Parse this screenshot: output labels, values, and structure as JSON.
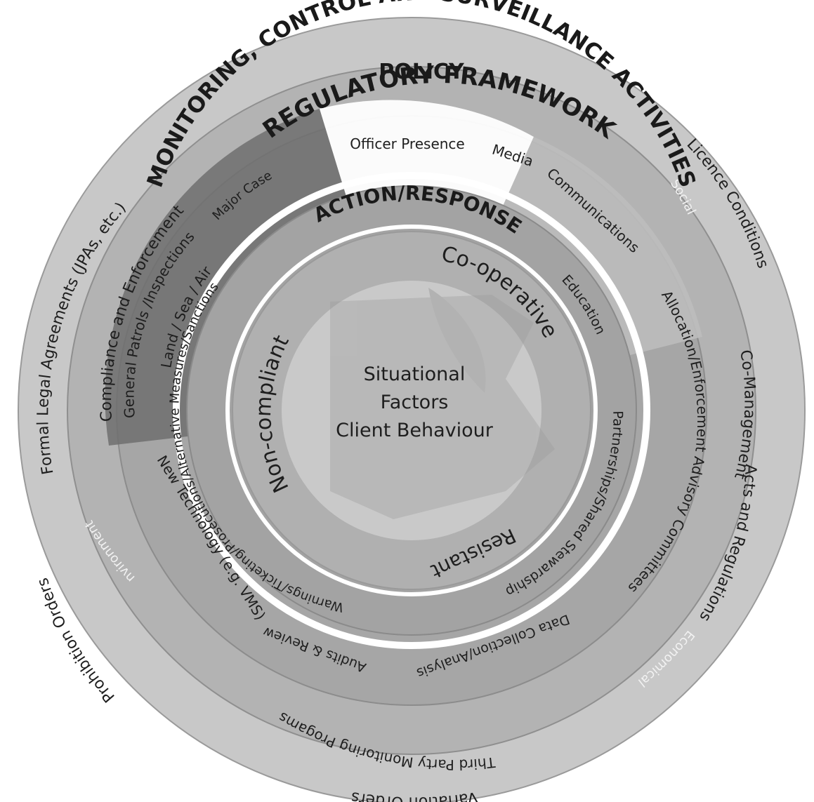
{
  "rings": {
    "regulatory_framework": "REGULATORY FRAMEWORK",
    "policy": "POLICY",
    "mcs_activities": "MONITORING, CONTROL AND SURVEILLANCE ACTIVITIES",
    "action_response": "ACTION/RESPONSE"
  },
  "outer_labels": {
    "formal_legal": "Formal Legal Agreements (JPAs, etc.)",
    "licence": "Licence Conditions",
    "acts": "Acts and Regulations",
    "prohibition": "Prohibition Orders",
    "variation": "Variation Orders"
  },
  "policy_labels": {
    "compliance": "Compliance and Enforcement",
    "social": "Social",
    "co_management": "Co-Management",
    "environmental": "Environmental",
    "economical": "Economical",
    "third_party": "Third Party Monitoring Progams"
  },
  "mcs_labels": {
    "officer_presence": "Officer Presence",
    "media": "Media",
    "communications": "Communications",
    "major_case": "Major Case",
    "general_patrols": "General Patrols /Inspections",
    "land_sea_air": "Land / Sea / Air",
    "new_technology": "New Technology (e.g. VMS)",
    "audits": "Audits & Review",
    "data_collection": "Data Collection/Analysis",
    "allocation": "Allocation/Enforcement Advisory Committees"
  },
  "action_labels": {
    "education": "Education",
    "partnerships": "Partnerships/Shared Stewardship",
    "warnings": "Warnings/Ticketing/Prosecutions/Alternative Measures/Sanctions"
  },
  "behaviour_labels": {
    "cooperative": "Co-operative",
    "resistant": "Resistant",
    "non_compliant": "Non-compliant"
  },
  "center": {
    "line1": "Situational",
    "line2": "Factors",
    "line3": "Client Behaviour"
  }
}
